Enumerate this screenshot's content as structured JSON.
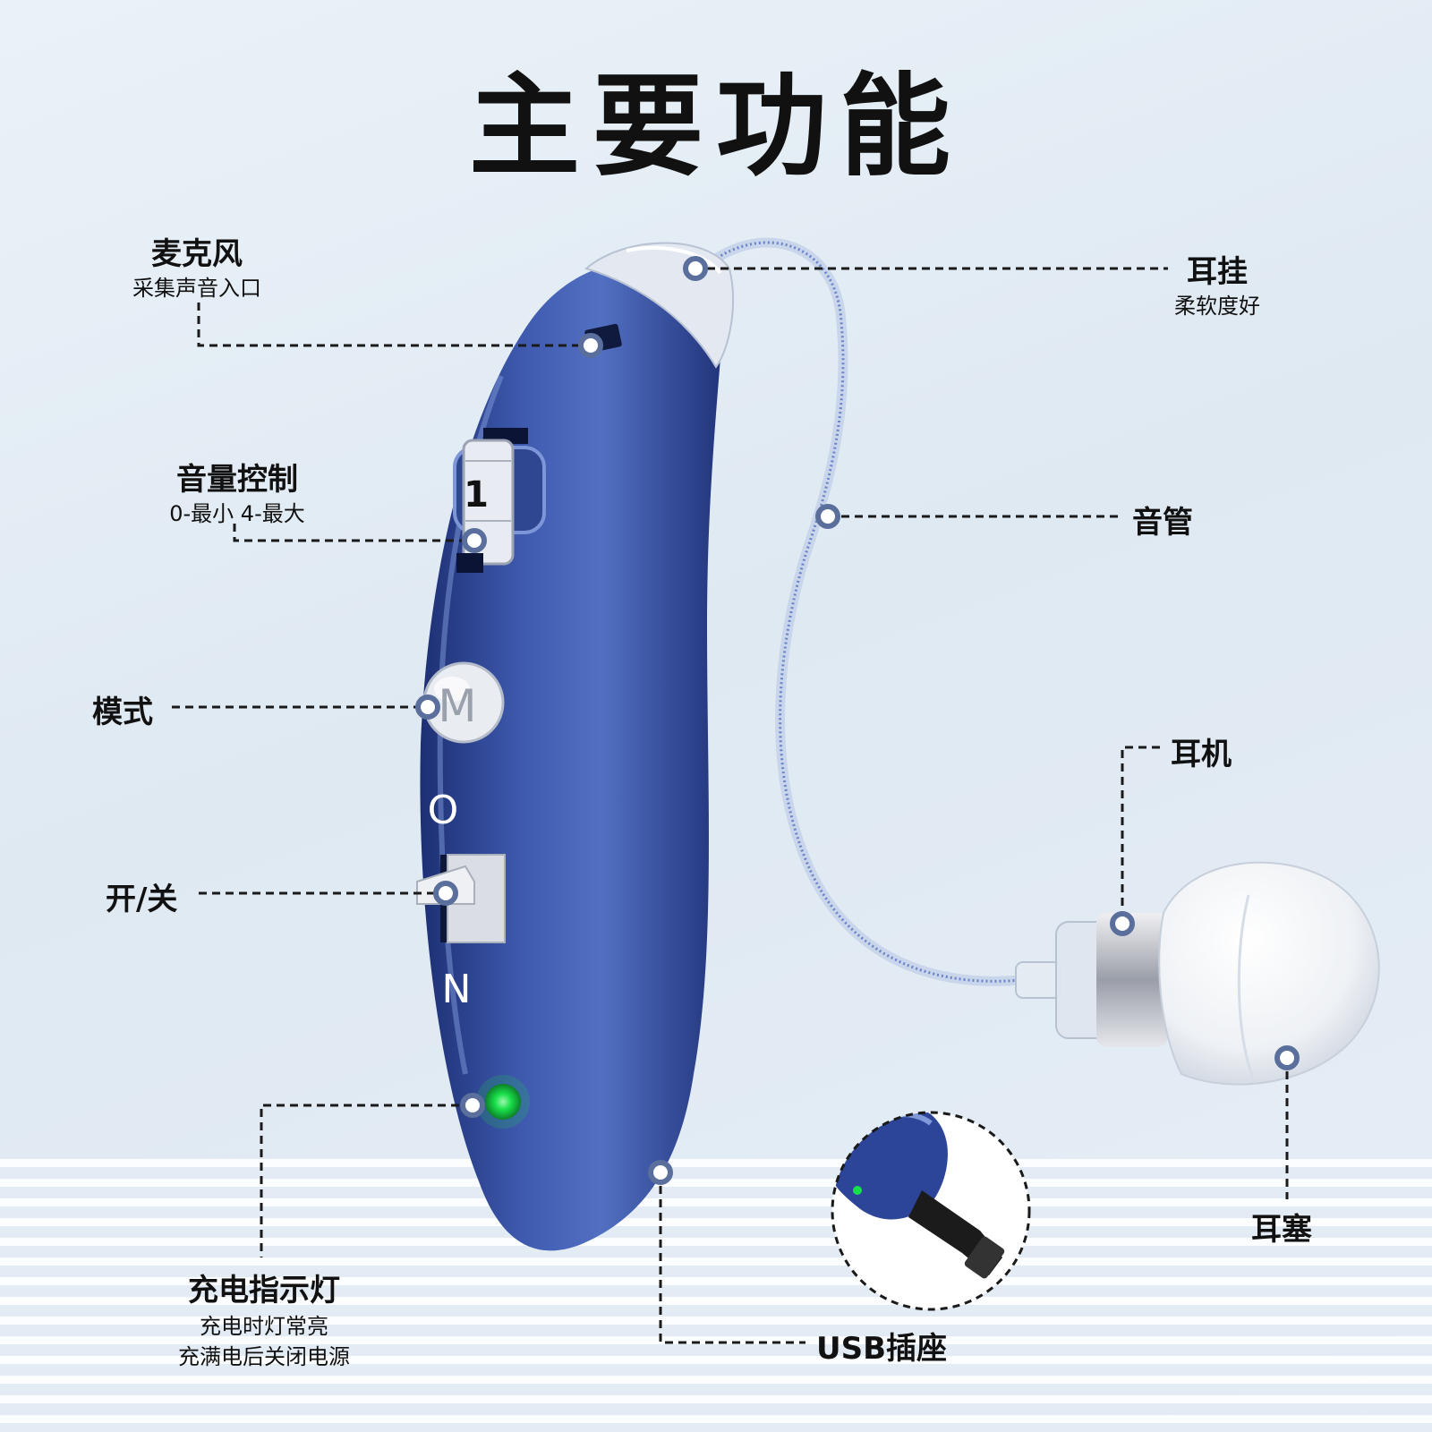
{
  "title": "主要功能",
  "labels": {
    "microphone": {
      "main": "麦克风",
      "sub": "采集声音入口"
    },
    "ear_hook": {
      "main": "耳挂",
      "sub": "柔软度好"
    },
    "volume": {
      "main": "音量控制",
      "sub": "0-最小  4-最大"
    },
    "sound_tube": {
      "main": "音管"
    },
    "mode": {
      "main": "模式"
    },
    "earphone": {
      "main": "耳机"
    },
    "power": {
      "main": "开/关"
    },
    "ear_plug": {
      "main": "耳塞"
    },
    "charge_light": {
      "main": "充电指示灯",
      "sub1": "充电时灯常亮",
      "sub2": "充满电后关闭电源"
    },
    "usb": {
      "main": "USB插座"
    }
  },
  "device": {
    "wheel_digit": "1",
    "mode_button": "M",
    "switch_top": "O",
    "switch_bottom": "N"
  },
  "colors": {
    "device_blue": "#3b54a6",
    "device_blue_dark": "#1d2f73",
    "led_green": "#19e04a",
    "callout_dot": "#5a6f9c"
  }
}
